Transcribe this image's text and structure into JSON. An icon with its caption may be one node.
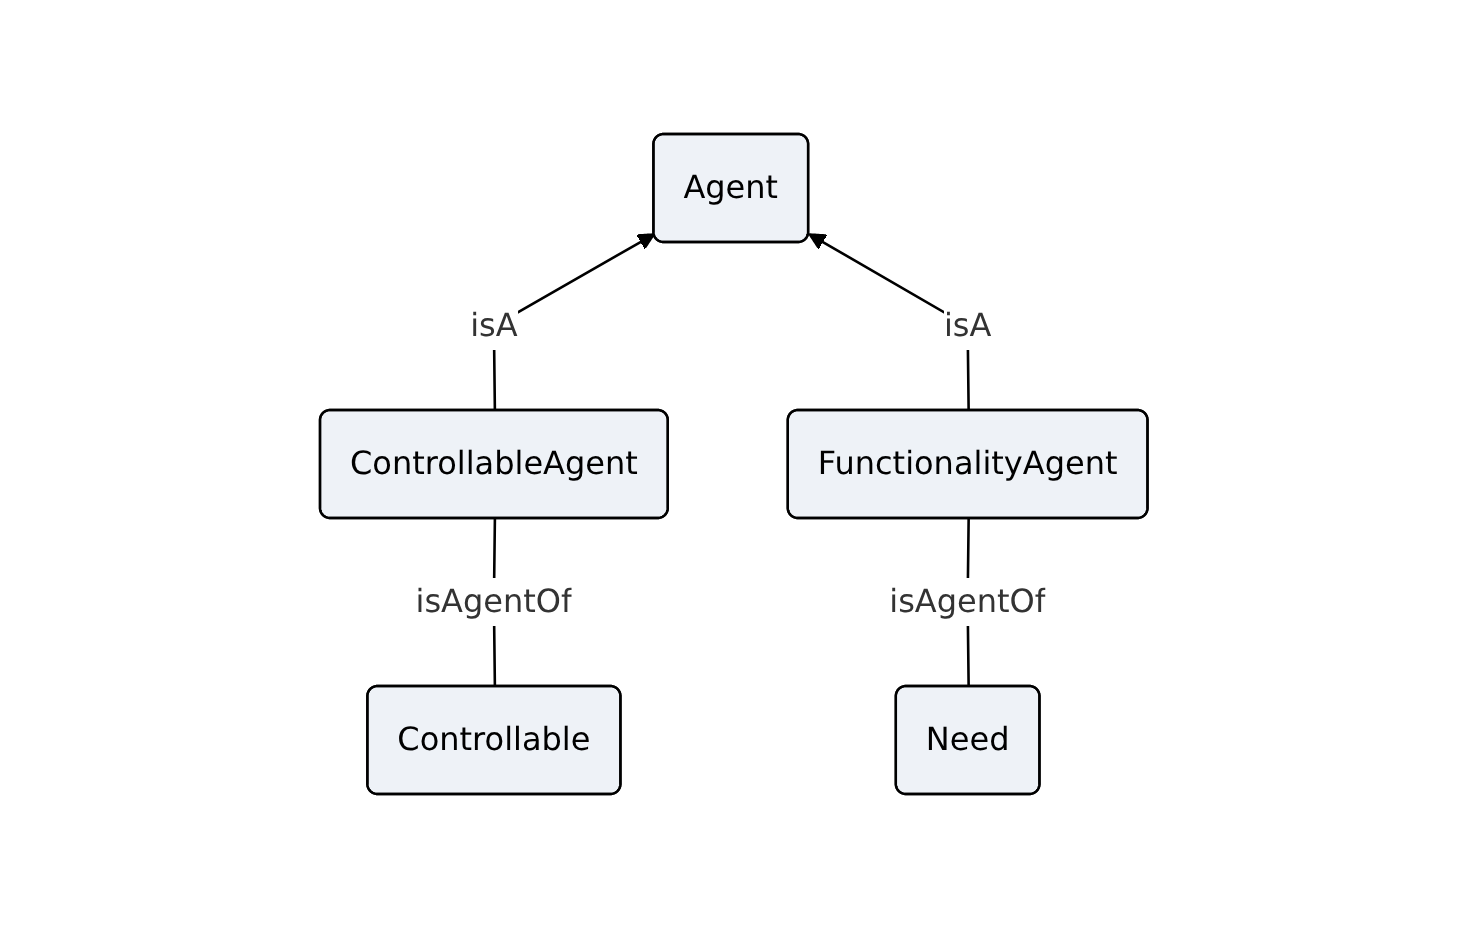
{
  "diagram": {
    "nodes": [
      {
        "text": [
          "Agent"
        ]
      },
      {
        "text": [
          "ControllableAgent"
        ]
      },
      {
        "text": [
          "FunctionalityAgent"
        ]
      },
      {
        "text": [
          "Controllable"
        ]
      },
      {
        "text": [
          "Need"
        ]
      }
    ],
    "edges": [
      {
        "from": 1,
        "to": 0,
        "label": "isA",
        "arrow": "to"
      },
      {
        "from": 2,
        "to": 0,
        "label": "isA",
        "arrow": "to"
      },
      {
        "from": 1,
        "to": 3,
        "label": "isAgentOf",
        "arrow": "none"
      },
      {
        "from": 2,
        "to": 4,
        "label": "isAgentOf",
        "arrow": "none"
      }
    ]
  }
}
